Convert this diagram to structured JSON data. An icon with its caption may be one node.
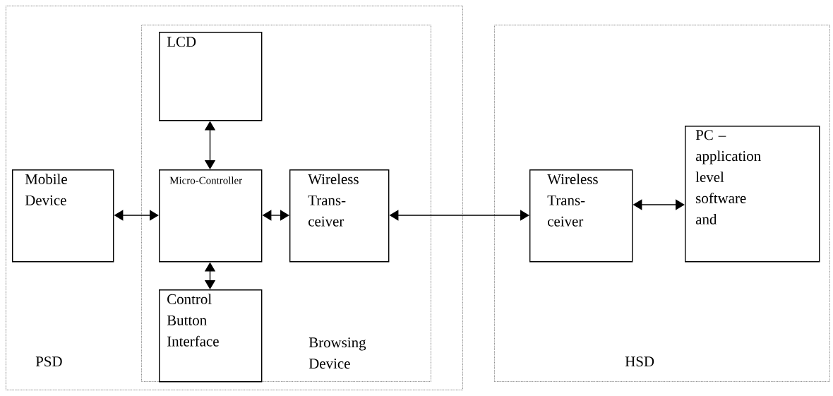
{
  "diagram": {
    "nodes": [
      {
        "text": [
          "PSD"
        ]
      },
      {
        "text": [
          "Browsing Device"
        ],
        "in": 0
      },
      {
        "text": [
          "LCD"
        ],
        "in": 1
      },
      {
        "text": [
          "Mobile Device"
        ],
        "in": 0
      },
      {
        "text": [
          "Micro-Controller"
        ],
        "in": 1
      },
      {
        "text": [
          "Wireless Trans- ceiver"
        ],
        "in": 1
      },
      {
        "text": [
          "Control Button Interface"
        ],
        "in": 1
      },
      {
        "text": [
          "HSD"
        ]
      },
      {
        "text": [
          "Wireless Trans- ceiver"
        ],
        "in": 7
      },
      {
        "text": [
          "PC – application level software and"
        ],
        "in": 7
      }
    ],
    "edges": [
      {
        "from": 2,
        "to": 4,
        "arrow": "both"
      },
      {
        "from": 3,
        "to": 4,
        "arrow": "both"
      },
      {
        "from": 4,
        "to": 5,
        "arrow": "both"
      },
      {
        "from": 4,
        "to": 6,
        "arrow": "both"
      },
      {
        "from": 5,
        "to": 8,
        "arrow": "both"
      },
      {
        "from": 8,
        "to": 9,
        "arrow": "both"
      }
    ]
  }
}
